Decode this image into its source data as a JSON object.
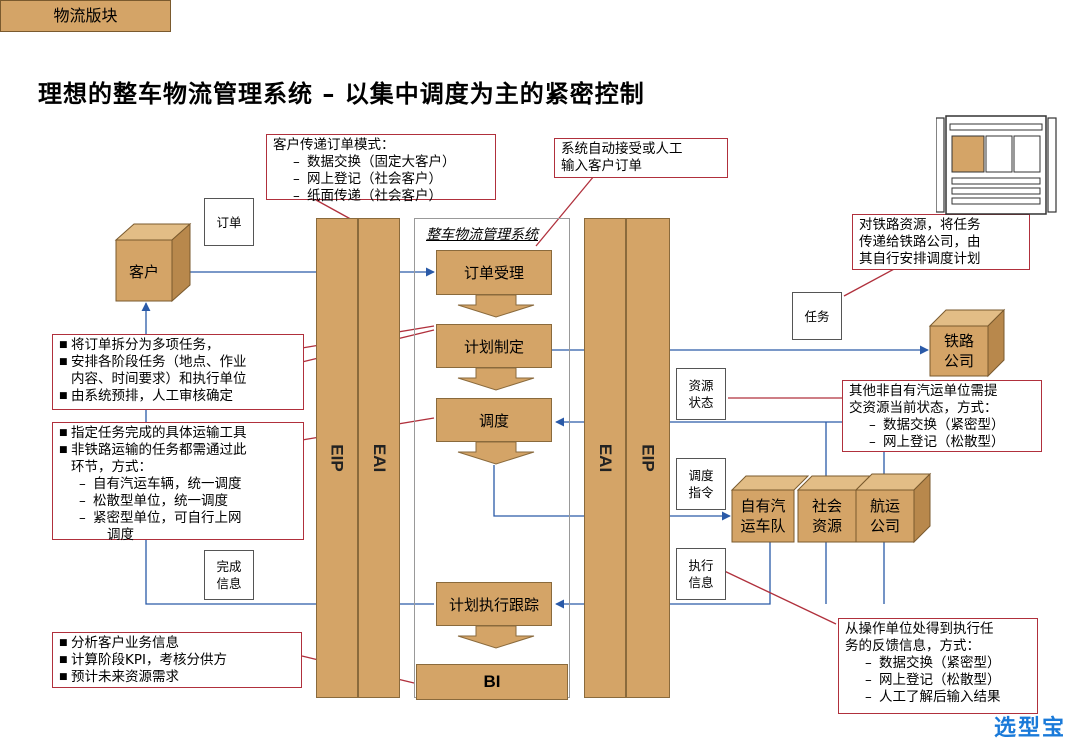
{
  "header": {
    "tag": "物流版块",
    "title": "理想的整车物流管理系统 – 以集中调度为主的紧密控制"
  },
  "pillars": {
    "eip": "EIP",
    "eai": "EAI"
  },
  "system_label": "整车物流管理系统",
  "process": {
    "order": "订单受理",
    "plan": "计划制定",
    "dispatch": "调度",
    "track": "计划执行跟踪",
    "bi": "BI"
  },
  "entities": {
    "customer": "客户",
    "railway": [
      "铁路",
      "公司"
    ],
    "fleet": [
      "自有汽",
      "运车队"
    ],
    "social": [
      "社会",
      "资源"
    ],
    "shipping": [
      "航运",
      "公司"
    ]
  },
  "notes": {
    "order": "订单",
    "task": "任务",
    "resource_status": [
      "资源",
      "状态"
    ],
    "dispatch_cmd": [
      "调度",
      "指令"
    ],
    "complete_info": [
      "完成",
      "信息"
    ],
    "exec_info": [
      "执行",
      "信息"
    ]
  },
  "callouts": {
    "order_modes": {
      "head": "客户传递订单模式：",
      "items": [
        "数据交换（固定大客户）",
        "网上登记（社会客户）",
        "纸面传递（社会客户）"
      ]
    },
    "auto_accept": [
      "系统自动接受或人工",
      "输入客户订单"
    ],
    "railway_note": [
      "对铁路资源，将任务",
      "传递给铁路公司，由",
      "其自行安排调度计划"
    ],
    "split": [
      "将订单拆分为多项任务，",
      "安排各阶段任务（地点、作业",
      "内容、时间要求）和执行单位",
      "由系统预排，人工审核确定"
    ],
    "resource": {
      "head": [
        "其他非自有汽运单位需提",
        "交资源当前状态，方式："
      ],
      "items": [
        "数据交换（紧密型）",
        "网上登记（松散型）"
      ]
    },
    "dispatch": {
      "bullets": [
        "指定任务完成的具体运输工具",
        "非铁路运输的任务都需通过此"
      ],
      "cont": [
        "环节，方式："
      ],
      "items": [
        "自有汽运车辆，统一调度",
        "松散型单位，统一调度",
        "紧密型单位，可自行上网"
      ],
      "tail": "调度"
    },
    "feedback": {
      "head": [
        "从操作单位处得到执行任",
        "务的反馈信息，方式："
      ],
      "items": [
        "数据交换（紧密型）",
        "网上登记（松散型）",
        "人工了解后输入结果"
      ]
    },
    "bi": [
      "分析客户业务信息",
      "计算阶段KPI，考核分供方",
      "预计未来资源需求"
    ]
  },
  "logo": "选型宝",
  "colors": {
    "box": "#d4a467",
    "callout_border": "#b0303c",
    "line": "#2a5aa8"
  }
}
